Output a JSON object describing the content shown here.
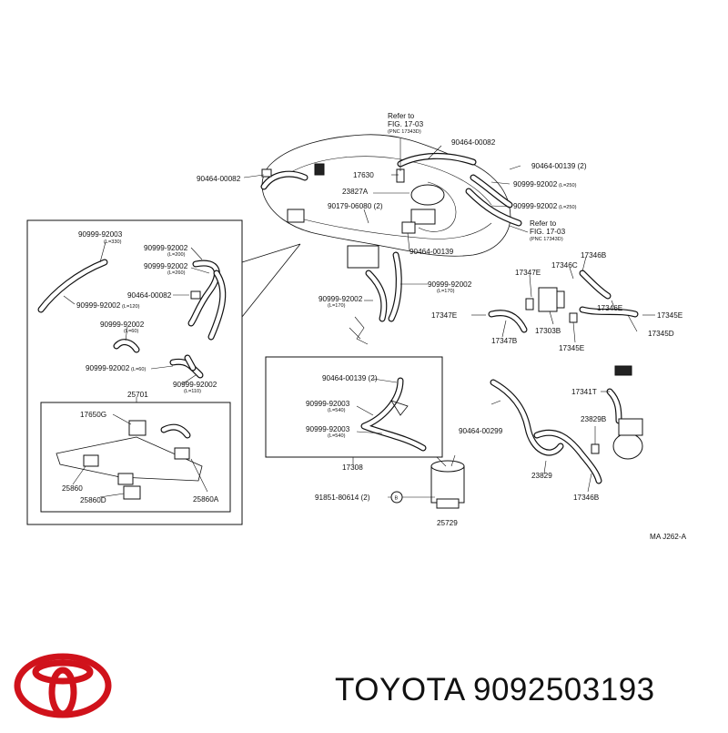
{
  "diagram": {
    "labels": {
      "refer1_a": "Refer to",
      "refer1_b": "FIG. 17-03",
      "refer1_c": "(PNC 17343D)",
      "refer2_a": "Refer to",
      "refer2_b": "FIG. 17-03",
      "refer2_c": "(PNC 17343D)",
      "p90464_00082_top": "90464-00082",
      "p90464_00082_left": "90464-00082",
      "p17630": "17630",
      "p90464_00139_2_top": "90464-00139 (2)",
      "p90999_92002_L250_a": "90999-92002",
      "p90999_92002_L250_a_sub": "(L=250)",
      "p90999_92002_L250_b": "90999-92002",
      "p90999_92002_L250_b_sub": "(L=250)",
      "p23827A": "23827A",
      "p90179_06080": "90179-06080 (2)",
      "p90464_00139_mid": "90464-00139",
      "p90999_92002_L170_a": "90999-92002",
      "p90999_92002_L170_a_sub": "(L=170)",
      "p90999_92002_L170_b": "90999-92002",
      "p90999_92002_L170_b_sub": "(L=170)",
      "p17346B_top": "17346B",
      "p17346C": "17346C",
      "p17347E": "17347E",
      "p17347E_left": "17347E",
      "p17346E": "17346E",
      "p17345E": "17345E",
      "p17303B": "17303B",
      "p17347B": "17347B",
      "p17345E_bottom": "17345E",
      "p17345D": "17345D",
      "p90999_92003_L330": "90999-92003",
      "p90999_92003_L330_sub": "(L=330)",
      "p90999_92002_L200": "90999-92002",
      "p90999_92002_L200_sub": "(L=200)",
      "p90999_92002_L260": "90999-92002",
      "p90999_92002_L260_sub": "(L=260)",
      "p90464_00082_inset": "90464-00082",
      "p90999_92002_L120": "90999-92002",
      "p90999_92002_L120_sub": "(L=120)",
      "p90999_92002_L60_a": "90999-92002",
      "p90999_92002_L60_a_sub": "(L=60)",
      "p90999_92002_L60_b": "90999-92002",
      "p90999_92002_L60_b_sub": "(L=60)",
      "p90999_92002_L110": "90999-92002",
      "p90999_92002_L110_sub": "(L=110)",
      "p25701": "25701",
      "p17650G": "17650G",
      "p25860": "25860",
      "p25860D": "25860D",
      "p25860A": "25860A",
      "p90464_00139_2_mid": "90464-00139 (2)",
      "p90999_92003_L540_a": "90999-92003",
      "p90999_92003_L540_a_sub": "(L=540)",
      "p90999_92003_L540_b": "90999-92003",
      "p90999_92003_L540_b_sub": "(L=540)",
      "p17308": "17308",
      "p91851": "91851-80614 (2)",
      "circleB": "B",
      "p25729": "25729",
      "p90464_00299": "90464-00299",
      "p17341T": "17341T",
      "p23829B": "23829B",
      "p23829": "23829",
      "p17346B_bottom": "17346B",
      "code": "MA  J262-A"
    }
  },
  "brand": {
    "name": "TOYOTA",
    "part_number": "9092503193",
    "logo_color": "#d0121b"
  }
}
